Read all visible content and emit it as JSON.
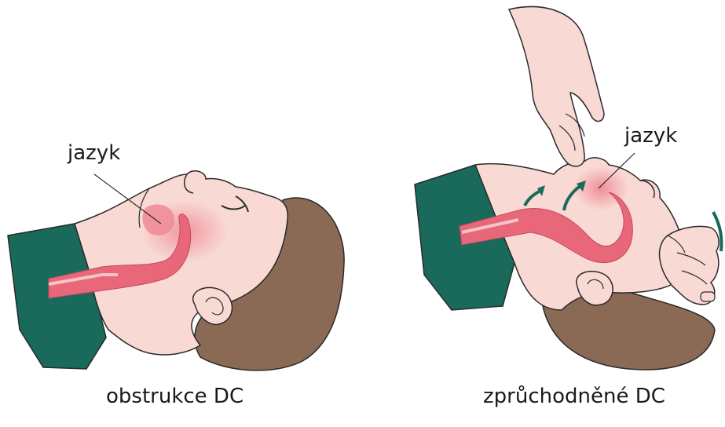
{
  "panels": [
    {
      "caption": "obstrukce DC",
      "label": "jazyk"
    },
    {
      "caption": "zprůchodněné DC",
      "label": "jazyk"
    }
  ],
  "colors": {
    "skin": "#f8d9d4",
    "outline": "#2a2a2a",
    "hair": "#8a6a55",
    "shirt": "#1a6a5c",
    "airway": "#e8687a",
    "airway_light": "#f4a9b0",
    "arrow": "#1a6a5c"
  }
}
